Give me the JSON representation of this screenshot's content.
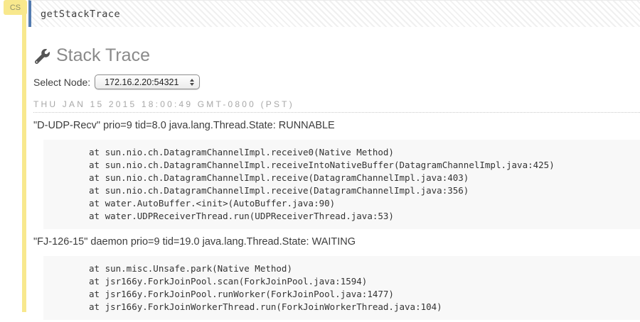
{
  "cell": {
    "badge": "CS",
    "input": "getStackTrace"
  },
  "output": {
    "title": "Stack Trace",
    "select_node_label": "Select Node:",
    "node_select": {
      "value": "172.16.2.20:54321"
    },
    "timestamp": "THU JAN 15 2015 18:00:49 GMT-0800 (PST)",
    "threads": [
      {
        "header": "\"D-UDP-Recv\" prio=9 tid=8.0 java.lang.Thread.State: RUNNABLE",
        "frames": [
          "at sun.nio.ch.DatagramChannelImpl.receive0(Native Method)",
          "at sun.nio.ch.DatagramChannelImpl.receiveIntoNativeBuffer(DatagramChannelImpl.java:425)",
          "at sun.nio.ch.DatagramChannelImpl.receive(DatagramChannelImpl.java:403)",
          "at sun.nio.ch.DatagramChannelImpl.receive(DatagramChannelImpl.java:356)",
          "at water.AutoBuffer.<init>(AutoBuffer.java:90)",
          "at water.UDPReceiverThread.run(UDPReceiverThread.java:53)"
        ]
      },
      {
        "header": "\"FJ-126-15\" daemon prio=9 tid=19.0 java.lang.Thread.State: WAITING",
        "frames": [
          "at sun.misc.Unsafe.park(Native Method)",
          "at jsr166y.ForkJoinPool.scan(ForkJoinPool.java:1594)",
          "at jsr166y.ForkJoinPool.runWorker(ForkJoinPool.java:1477)",
          "at jsr166y.ForkJoinWorkerThread.run(ForkJoinWorkerThread.java:104)"
        ]
      }
    ]
  },
  "colors": {
    "cell_indicator_yellow": "#f8e88d",
    "input_accent_blue": "#547cb0",
    "code_block_bg": "#f8f8f8",
    "title_gray": "#8a8a8a",
    "timestamp_gray": "#a8a8a8"
  }
}
